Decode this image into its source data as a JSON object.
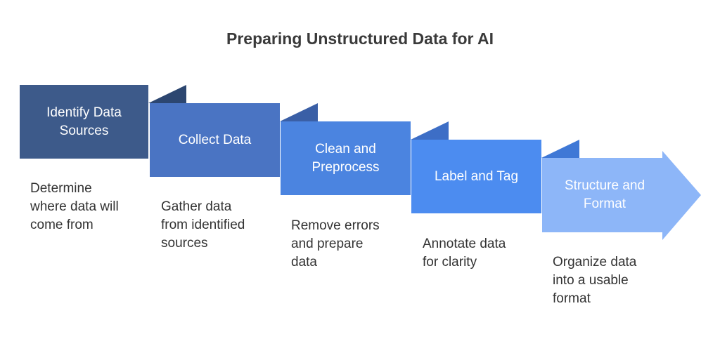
{
  "title": "Preparing Unstructured Data for AI",
  "colors": {
    "step1": "#3d5a8a",
    "step2": "#4a74c3",
    "step3": "#4b84e0",
    "step4": "#4c8cf0",
    "step5": "#8db6f8",
    "title_text": "#3a3a3a",
    "desc_text": "#333333"
  },
  "steps": [
    {
      "label": "Identify Data\nSources",
      "description": "Determine\nwhere data will\ncome from"
    },
    {
      "label": "Collect Data",
      "description": "Gather data\nfrom identified\nsources"
    },
    {
      "label": "Clean and\nPreprocess",
      "description": "Remove errors\nand prepare\ndata"
    },
    {
      "label": "Label and Tag",
      "description": "Annotate data\nfor clarity"
    },
    {
      "label": "Structure and\nFormat",
      "description": "Organize data\ninto a usable\nformat"
    }
  ]
}
